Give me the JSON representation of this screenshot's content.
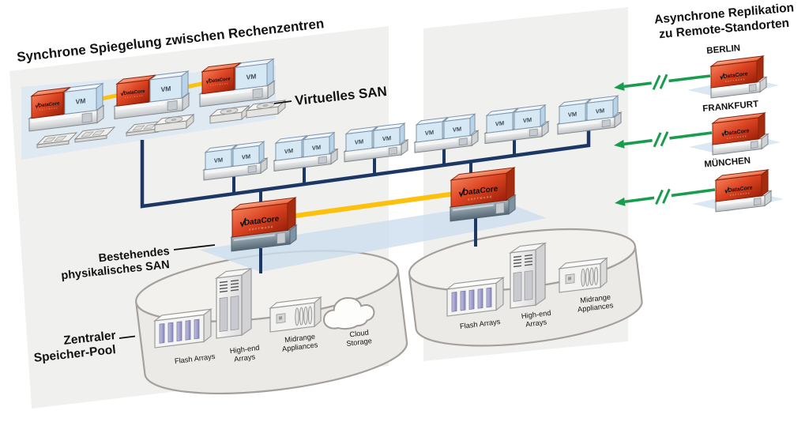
{
  "titles": {
    "left": "Synchrone Spiegelung zwischen Rechenzentren",
    "right_line1": "Asynchrone Replikation",
    "right_line2": "zu Remote-Standorten"
  },
  "labels": {
    "virtual_san": "Virtuelles SAN",
    "physical_san_line1": "Bestehendes",
    "physical_san_line2": "physikalisches SAN",
    "storage_pool_line1": "Zentraler",
    "storage_pool_line2": "Speicher-Pool",
    "vm": "VM"
  },
  "logo": {
    "name": "DataCore",
    "sub": "SOFTWARE"
  },
  "remote_sites": [
    "BERLIN",
    "FRANKFURT",
    "MÜNCHEN"
  ],
  "storage_pool_left": {
    "items": [
      [
        "Flash Arrays"
      ],
      [
        "High-end",
        "Arrays"
      ],
      [
        "Midrange",
        "Appliances"
      ],
      [
        "Cloud",
        "Storage"
      ]
    ]
  },
  "storage_pool_right": {
    "items": [
      [
        "Flash Arrays"
      ],
      [
        "High-end",
        "Arrays"
      ],
      [
        "Midrange",
        "Appliances"
      ]
    ]
  },
  "colors": {
    "navy": "#1d3765",
    "yellow": "#fcc10d",
    "green": "#189d4f",
    "red_front": "#d8421f",
    "panel_gray": "#f0f0ee",
    "backdrop_blue": "#d9e7f3",
    "platform_blue": "#ccdeee",
    "cylinder_fill": "#ebeae7",
    "cylinder_stroke": "#a5a09c"
  }
}
